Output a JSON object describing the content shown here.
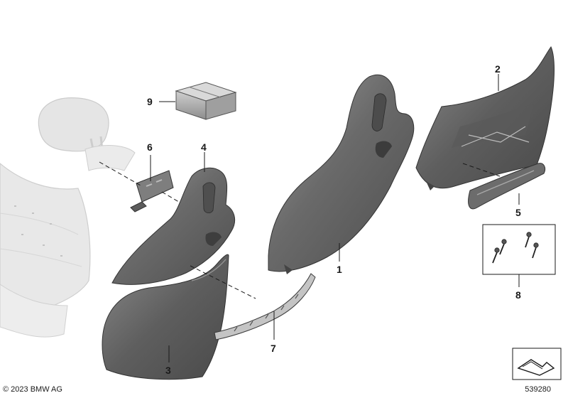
{
  "callouts": {
    "p1": "1",
    "p2": "2",
    "p3": "3",
    "p4": "4",
    "p5": "5",
    "p6": "6",
    "p7": "7",
    "p8": "8",
    "p9": "9"
  },
  "footer": {
    "copyright": "© 2023 BMW AG",
    "image_number": "539280"
  },
  "colors": {
    "part_dark": "#6a6a6a",
    "part_mid": "#8c8c8c",
    "part_light": "#b5b5b5",
    "ghost_seat": "#e4e4e4",
    "line": "#1a1a1a"
  }
}
